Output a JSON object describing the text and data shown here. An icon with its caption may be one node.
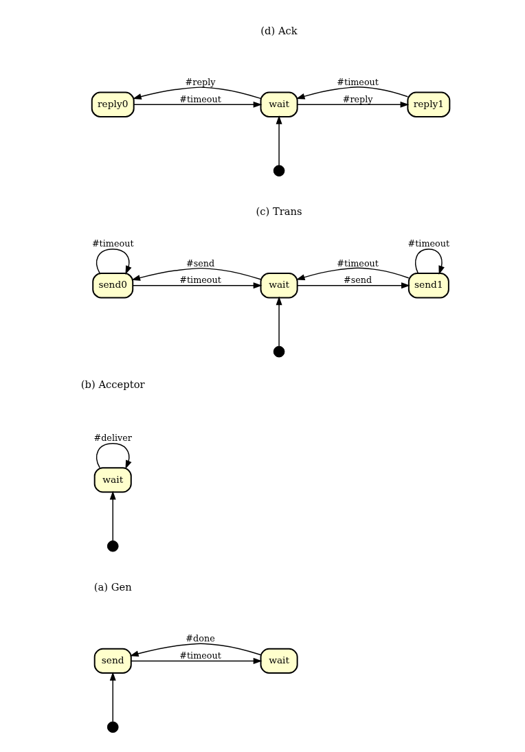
{
  "diagram": {
    "nodes": [
      {
        "text": [],
        "shape": "circle"
      },
      {
        "text": [
          "send"
        ]
      },
      {
        "text": [
          "wait"
        ]
      },
      {
        "text": [],
        "shape": "circle"
      },
      {
        "text": [
          "wait"
        ]
      },
      {
        "text": [],
        "shape": "circle"
      },
      {
        "text": [
          "send0"
        ]
      },
      {
        "text": [
          "wait"
        ]
      },
      {
        "text": [
          "send1"
        ]
      },
      {
        "text": [],
        "shape": "circle"
      },
      {
        "text": [
          "reply0"
        ]
      },
      {
        "text": [
          "wait"
        ]
      },
      {
        "text": [
          "reply1"
        ]
      }
    ],
    "edges": [
      {
        "from": 0,
        "to": 1,
        "arrow": "to"
      },
      {
        "from": 2,
        "to": 1,
        "arrow": "to",
        "label": "#done"
      },
      {
        "from": 1,
        "to": 2,
        "arrow": "to",
        "label": "#timeout"
      },
      {
        "from": 3,
        "to": 4,
        "arrow": "to"
      },
      {
        "from": 4,
        "to": 4,
        "arrow": "to",
        "label": "#deliver"
      },
      {
        "from": 5,
        "to": 7,
        "arrow": "to"
      },
      {
        "from": 6,
        "to": 7,
        "arrow": "to",
        "label": "#timeout"
      },
      {
        "from": 8,
        "to": 7,
        "arrow": "to",
        "label": "#timeout"
      },
      {
        "from": 8,
        "to": 8,
        "arrow": "to",
        "label": "#timeout"
      },
      {
        "from": 7,
        "to": 6,
        "arrow": "to",
        "label": "#send"
      },
      {
        "from": 7,
        "to": 8,
        "arrow": "to",
        "label": "#send"
      },
      {
        "from": 6,
        "to": 6,
        "arrow": "to",
        "label": "#timeout"
      },
      {
        "from": 9,
        "to": 11,
        "arrow": "to"
      },
      {
        "from": 10,
        "to": 11,
        "arrow": "to",
        "label": "#timeout"
      },
      {
        "from": 11,
        "to": 12,
        "arrow": "to",
        "label": "#reply"
      },
      {
        "from": 11,
        "to": 10,
        "arrow": "to",
        "label": "#reply"
      },
      {
        "from": 12,
        "to": 11,
        "arrow": "to",
        "label": "#timeout"
      }
    ],
    "labels": [
      "(a) Gen",
      "(b) Acceptor",
      "(c) Trans",
      "(d) Ack"
    ]
  }
}
